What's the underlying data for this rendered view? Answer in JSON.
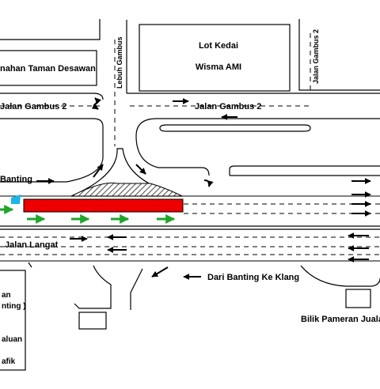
{
  "labels": {
    "taman_desawan": "nahan Taman Desawan",
    "lot_kedai": "Lot Kedai",
    "wisma_ami": "Wisma AMI",
    "lebuh_gambus": "Lebuh Gambus",
    "jalan_gambus_2_vertical": "Jalan Gambus 2",
    "jalan_gambus_2_left": "Jalan Gambus 2",
    "jalan_gambus_2_right": "Jalan Gambus 2",
    "banting": "Banting",
    "jalan_langat": "Jalan Langat",
    "dari_banting": "Dari Banting Ke Klang",
    "bilik_pameran": "Bilik Pameran Juala"
  },
  "legend": {
    "lines": [
      "an",
      "nting )",
      "aluan",
      "afik"
    ]
  },
  "colors": {
    "closure": "#ee0000",
    "green_arrow": "#1fa52a",
    "cyan_marker": "#19b6e8",
    "black": "#000000"
  },
  "icons": {
    "hatched_area": "diagonal-hatch",
    "u_turn": "u-turn-arrow"
  }
}
